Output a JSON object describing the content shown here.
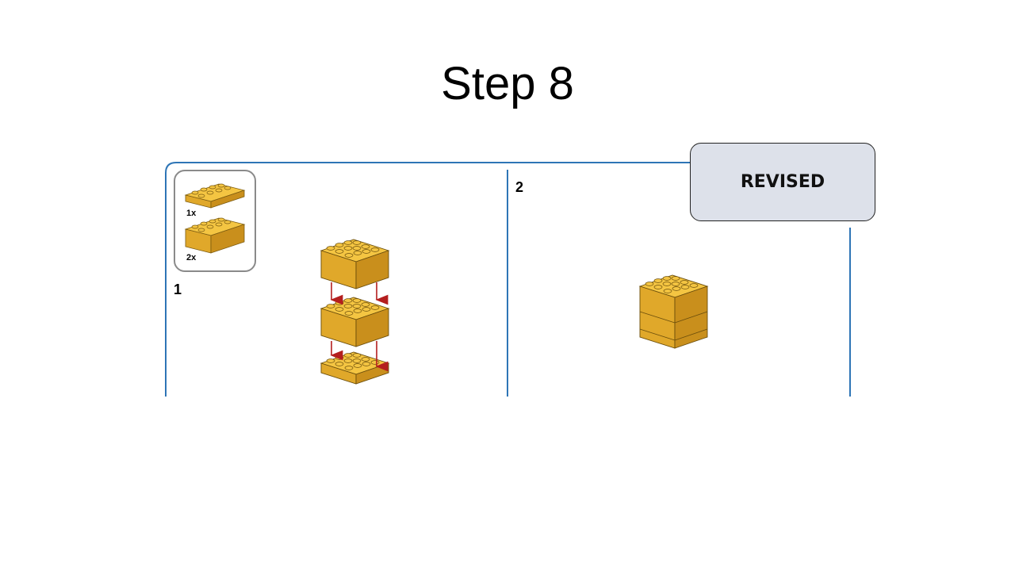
{
  "title": "Step 8",
  "panels": [
    {
      "number": "1"
    },
    {
      "number": "2"
    }
  ],
  "parts": [
    {
      "qty": "1x",
      "brick": "2x4 plate"
    },
    {
      "qty": "2x",
      "brick": "2x4 brick"
    }
  ],
  "badge": {
    "label": "REVISED"
  },
  "colors": {
    "frame": "#2e75b6",
    "brick_top": "#f4c542",
    "brick_front": "#e0a82a",
    "brick_side": "#c98f1c",
    "arrow": "#b41e1e",
    "badge_bg": "#dde1ea"
  }
}
